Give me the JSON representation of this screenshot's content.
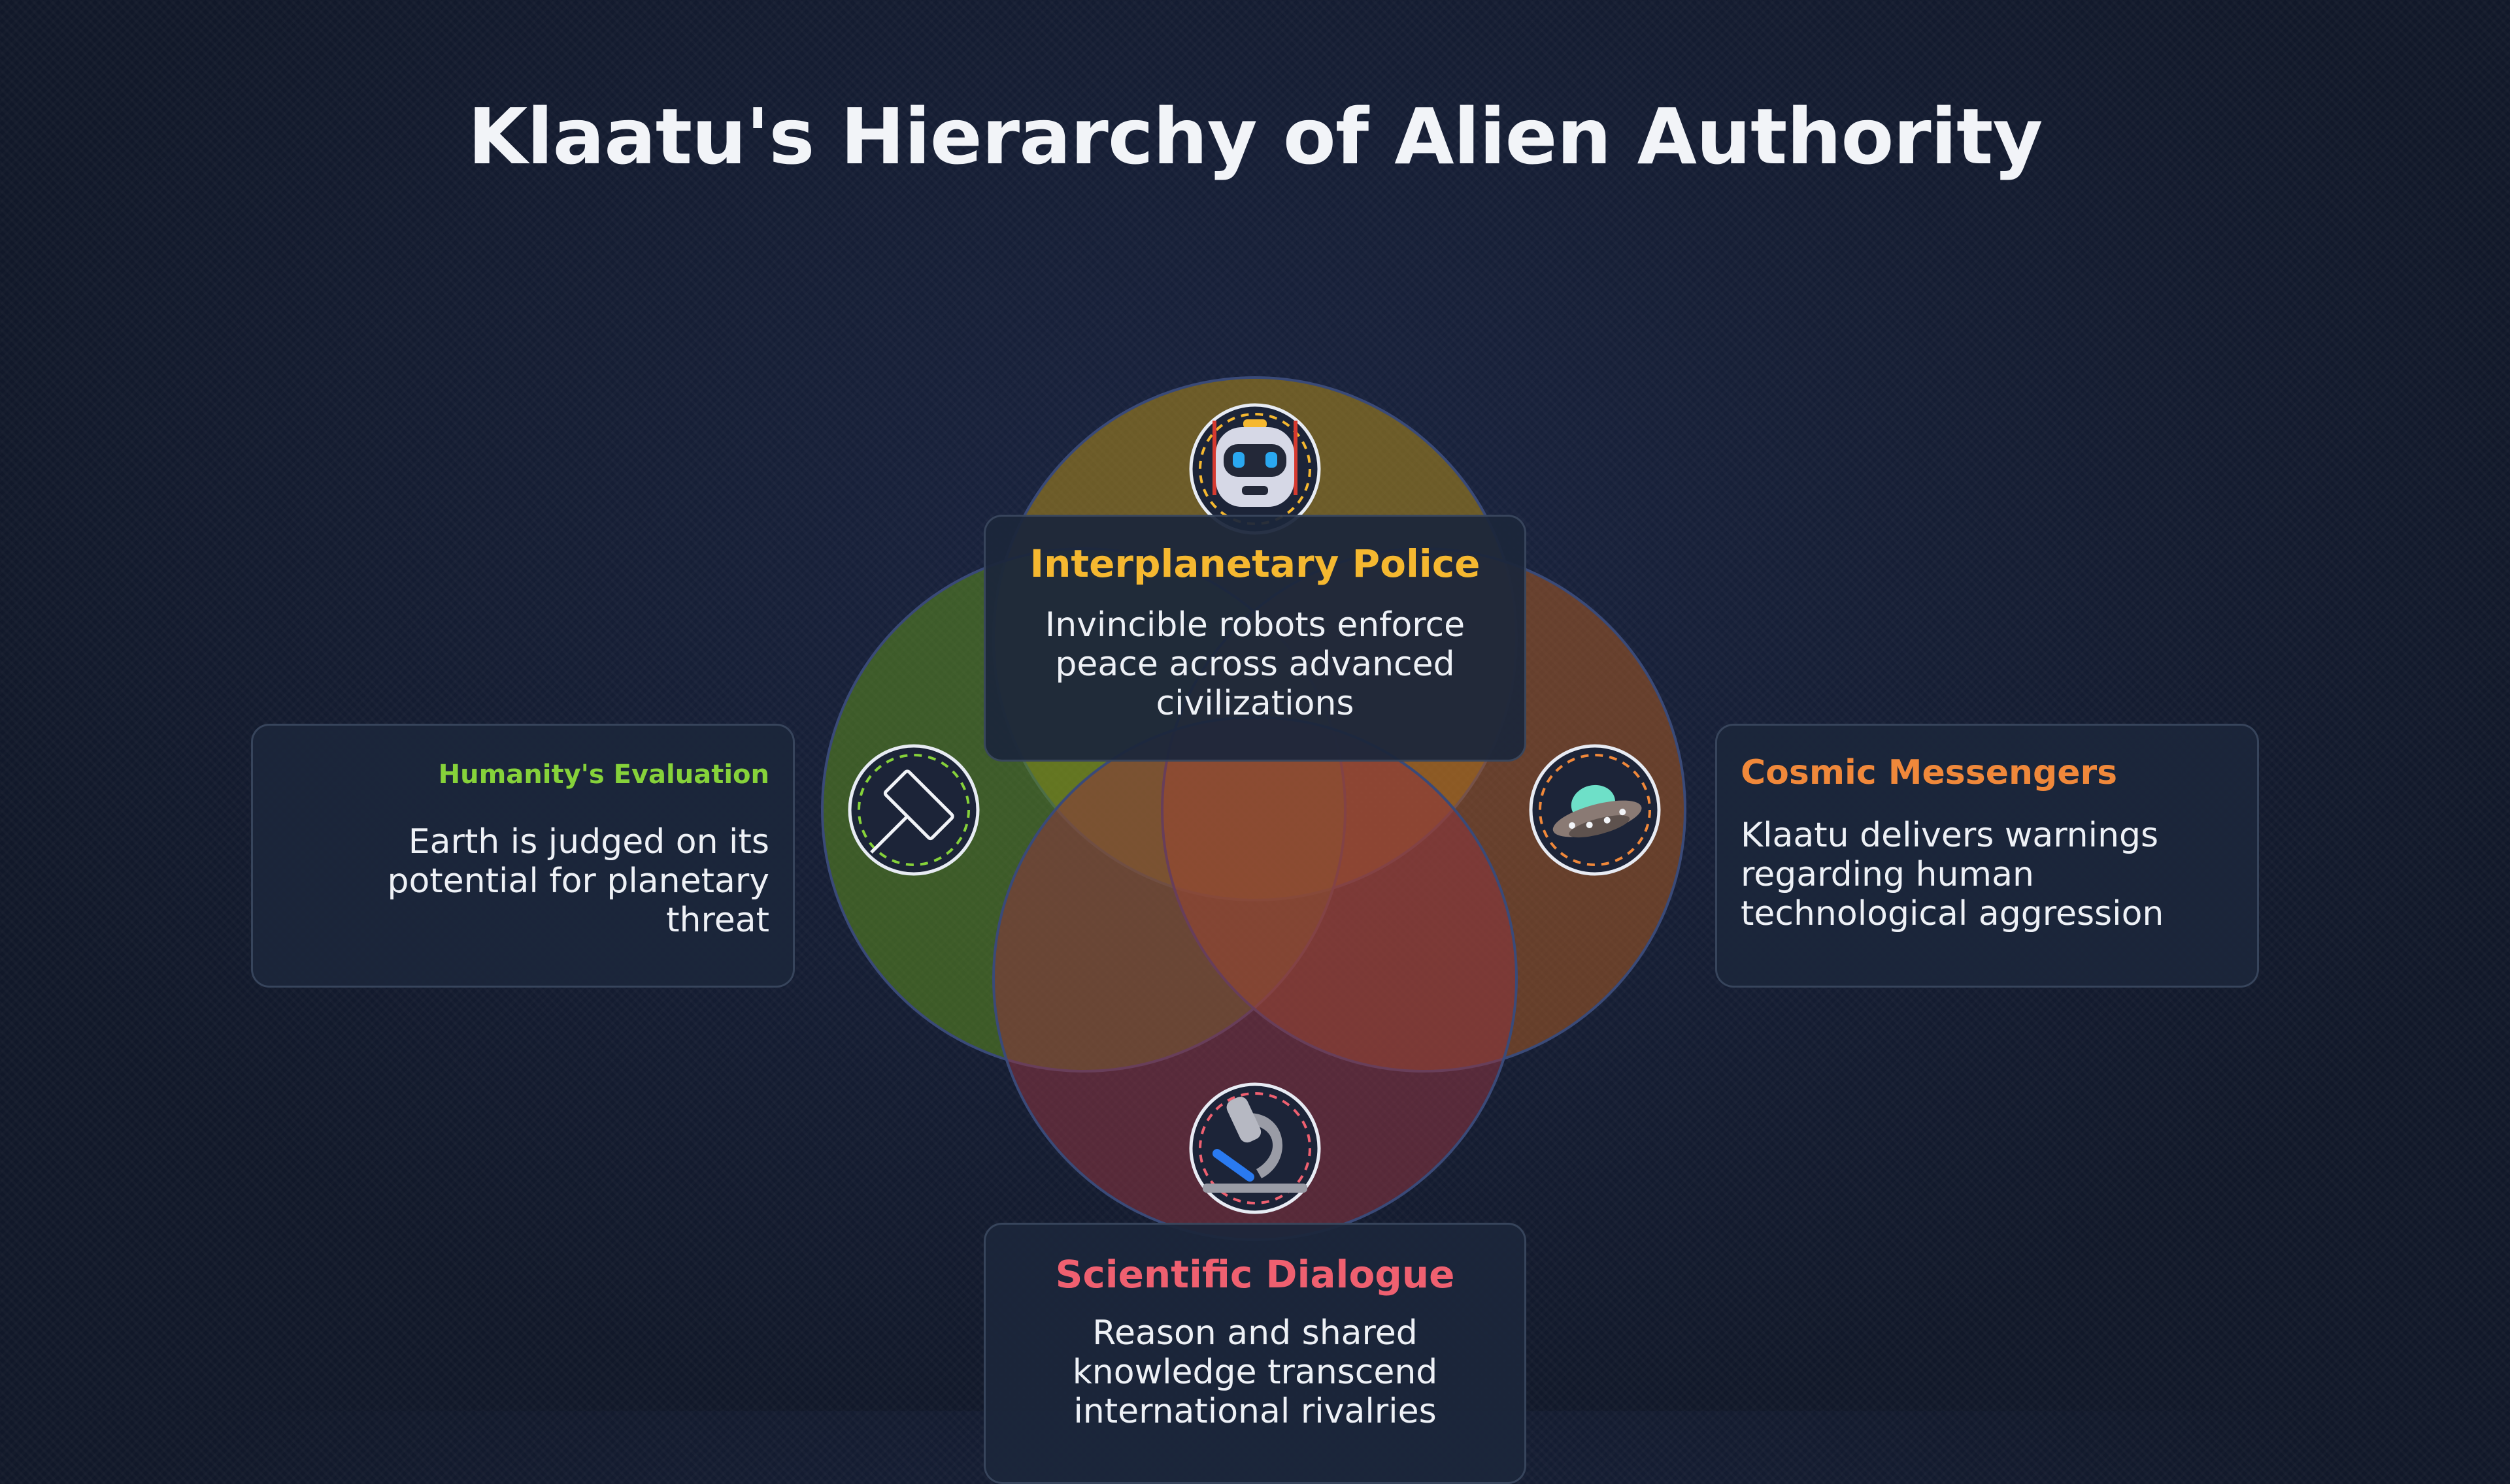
{
  "title": "Klaatu's Hierarchy of Alien Authority",
  "colors": {
    "police": "#f5b830",
    "evaluation": "#86d23a",
    "messengers": "#f0883a",
    "dialogue": "#ef6070"
  },
  "nodes": {
    "police": {
      "title": "Interplanetary Police",
      "text": "Invincible robots enforce peace across advanced civilizations",
      "icon": "robot-icon"
    },
    "evaluation": {
      "title": "Humanity's Evaluation",
      "text": "Earth is judged on its potential for planetary threat",
      "icon": "gavel-icon"
    },
    "messengers": {
      "title": "Cosmic Messengers",
      "text": "Klaatu delivers warnings regarding human technological aggression",
      "icon": "flying-saucer-icon"
    },
    "dialogue": {
      "title": "Scientific Dialogue",
      "text": "Reason and shared knowledge transcend international rivalries",
      "icon": "microscope-icon"
    }
  }
}
